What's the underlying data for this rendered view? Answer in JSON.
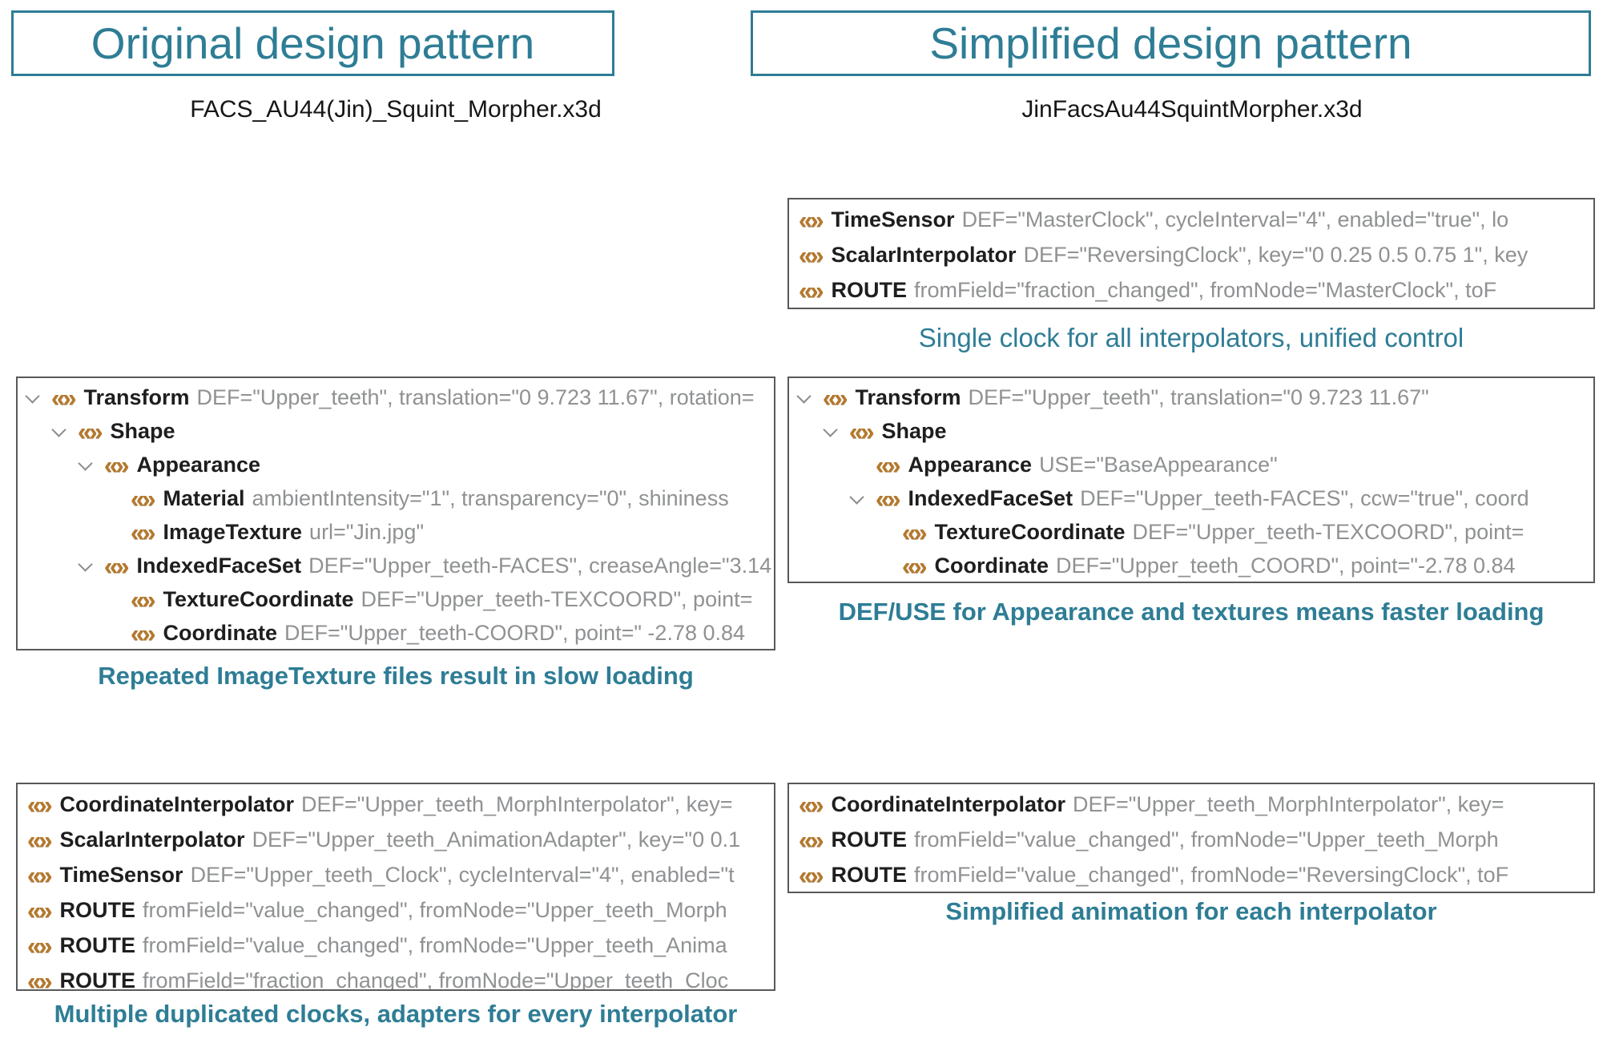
{
  "colors": {
    "accent_teal": "#2e7d95",
    "xml_icon_orange": "#b5782b",
    "node_name_text": "#1e1e1e",
    "attribute_text": "#8f9193",
    "code_box_border": "#595959"
  },
  "icons": {
    "xml_tag": "«»"
  },
  "left_column": {
    "header": "Original design pattern",
    "filename": "FACS_AU44(Jin)_Squint_Morpher.x3d",
    "tree_block": {
      "caption": "Repeated ImageTexture files result in slow loading",
      "lines": [
        {
          "name": "Transform",
          "attrs": "DEF=\"Upper_teeth\", translation=\"0 9.723 11.67\", rotation="
        },
        {
          "name": "Shape",
          "attrs": ""
        },
        {
          "name": "Appearance",
          "attrs": ""
        },
        {
          "name": "Material",
          "attrs": "ambientIntensity=\"1\", transparency=\"0\", shininess"
        },
        {
          "name": "ImageTexture",
          "attrs": "url=\"Jin.jpg\""
        },
        {
          "name": "IndexedFaceSet",
          "attrs": "DEF=\"Upper_teeth-FACES\", creaseAngle=\"3.14"
        },
        {
          "name": "TextureCoordinate",
          "attrs": "DEF=\"Upper_teeth-TEXCOORD\", point="
        },
        {
          "name": "Coordinate",
          "attrs": "DEF=\"Upper_teeth-COORD\", point=\" -2.78 0.84"
        }
      ]
    },
    "routes_block": {
      "caption": "Multiple duplicated clocks, adapters for every interpolator",
      "lines": [
        {
          "name": "CoordinateInterpolator",
          "attrs": "DEF=\"Upper_teeth_MorphInterpolator\", key="
        },
        {
          "name": "ScalarInterpolator",
          "attrs": "DEF=\"Upper_teeth_AnimationAdapter\", key=\"0 0.1"
        },
        {
          "name": "TimeSensor",
          "attrs": "DEF=\"Upper_teeth_Clock\", cycleInterval=\"4\", enabled=\"t"
        },
        {
          "name": "ROUTE",
          "attrs": "fromField=\"value_changed\", fromNode=\"Upper_teeth_Morph"
        },
        {
          "name": "ROUTE",
          "attrs": "fromField=\"value_changed\", fromNode=\"Upper_teeth_Anima"
        },
        {
          "name": "ROUTE",
          "attrs": "fromField=\"fraction_changed\", fromNode=\"Upper_teeth_Cloc"
        }
      ]
    }
  },
  "right_column": {
    "header": "Simplified design pattern",
    "filename": "JinFacsAu44SquintMorpher.x3d",
    "clock_block": {
      "caption": "Single clock for all interpolators, unified control",
      "lines": [
        {
          "name": "TimeSensor",
          "attrs": "DEF=\"MasterClock\", cycleInterval=\"4\", enabled=\"true\", lo"
        },
        {
          "name": "ScalarInterpolator",
          "attrs": "DEF=\"ReversingClock\", key=\"0 0.25 0.5 0.75 1\", key"
        },
        {
          "name": "ROUTE",
          "attrs": "fromField=\"fraction_changed\", fromNode=\"MasterClock\", toF"
        }
      ]
    },
    "tree_block": {
      "caption": "DEF/USE for Appearance and textures means faster loading",
      "lines": [
        {
          "name": "Transform",
          "attrs": "DEF=\"Upper_teeth\", translation=\"0 9.723 11.67\""
        },
        {
          "name": "Shape",
          "attrs": ""
        },
        {
          "name": "Appearance",
          "attrs": "USE=\"BaseAppearance\""
        },
        {
          "name": "IndexedFaceSet",
          "attrs": "DEF=\"Upper_teeth-FACES\", ccw=\"true\", coord"
        },
        {
          "name": "TextureCoordinate",
          "attrs": "DEF=\"Upper_teeth-TEXCOORD\", point="
        },
        {
          "name": "Coordinate",
          "attrs": "DEF=\"Upper_teeth_COORD\", point=\"-2.78 0.84"
        }
      ]
    },
    "routes_block": {
      "caption": "Simplified animation for each interpolator",
      "lines": [
        {
          "name": "CoordinateInterpolator",
          "attrs": "DEF=\"Upper_teeth_MorphInterpolator\", key="
        },
        {
          "name": "ROUTE",
          "attrs": "fromField=\"value_changed\", fromNode=\"Upper_teeth_Morph"
        },
        {
          "name": "ROUTE",
          "attrs": "fromField=\"value_changed\", fromNode=\"ReversingClock\", toF"
        }
      ]
    }
  }
}
